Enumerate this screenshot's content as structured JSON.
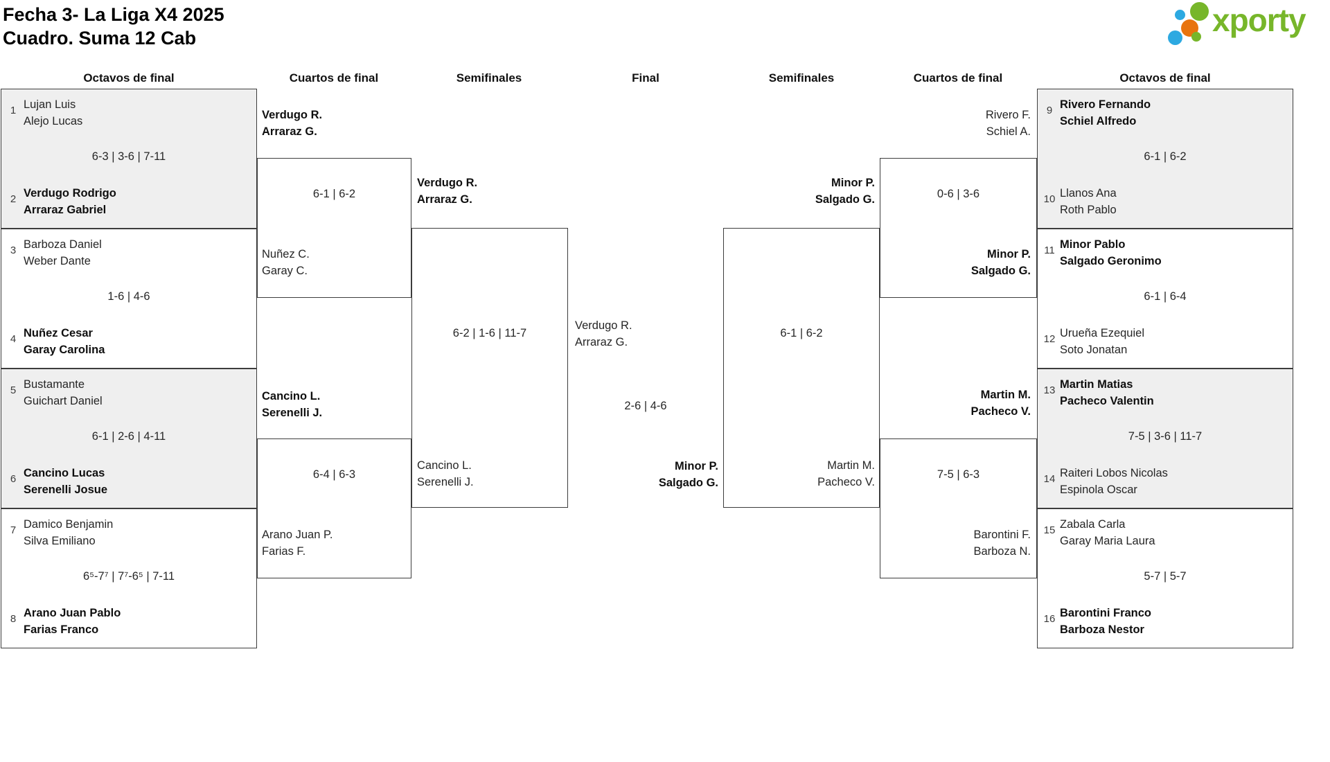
{
  "title": {
    "line1": "Fecha 3- La Liga X4 2025",
    "line2": "Cuadro. Suma 12 Cab"
  },
  "logo": {
    "text": "xporty"
  },
  "colors": {
    "brand_green": "#77b62a",
    "brand_orange": "#e8740e",
    "brand_blue": "#2da9e1",
    "box_shade": "#efefef",
    "line": "#3c3c3c"
  },
  "round_headers": [
    "Octavos de final",
    "Cuartos de final",
    "Semifinales",
    "Final",
    "Semifinales",
    "Cuartos de final",
    "Octavos de final"
  ],
  "octavos": [
    {
      "seed_a": "1",
      "team_a": [
        "Lujan Luis",
        "Alejo Lucas"
      ],
      "score": "6-3 | 3-6 | 7-11",
      "seed_b": "2",
      "team_b": [
        "Verdugo Rodrigo",
        "Arraraz Gabriel"
      ]
    },
    {
      "seed_a": "3",
      "team_a": [
        "Barboza Daniel",
        "Weber Dante"
      ],
      "score": "1-6 | 4-6",
      "seed_b": "4",
      "team_b": [
        "Nuñez Cesar",
        "Garay Carolina"
      ]
    },
    {
      "seed_a": "5",
      "team_a": [
        "Bustamante",
        "Guichart Daniel"
      ],
      "score": "6-1 | 2-6 | 4-11",
      "seed_b": "6",
      "team_b": [
        "Cancino Lucas",
        "Serenelli Josue"
      ]
    },
    {
      "seed_a": "7",
      "team_a": [
        "Damico Benjamin",
        "Silva Emiliano"
      ],
      "score": "6⁵-7⁷ | 7⁷-6⁵ | 7-11",
      "seed_b": "8",
      "team_b": [
        "Arano Juan Pablo",
        "Farias Franco"
      ]
    },
    {
      "seed_a": "9",
      "team_a": [
        "Rivero Fernando",
        "Schiel Alfredo"
      ],
      "score": "6-1 | 6-2",
      "seed_b": "10",
      "team_b": [
        "Llanos Ana",
        "Roth Pablo"
      ]
    },
    {
      "seed_a": "11",
      "team_a": [
        "Minor Pablo",
        "Salgado Geronimo"
      ],
      "score": "6-1 | 6-4",
      "seed_b": "12",
      "team_b": [
        "Urueña Ezequiel",
        "Soto Jonatan"
      ]
    },
    {
      "seed_a": "13",
      "team_a": [
        "Martin Matias",
        "Pacheco Valentin"
      ],
      "score": "7-5 | 3-6 | 11-7",
      "seed_b": "14",
      "team_b": [
        "Raiteri Lobos Nicolas",
        "Espinola Oscar"
      ]
    },
    {
      "seed_a": "15",
      "team_a": [
        "Zabala Carla",
        "Garay Maria Laura"
      ],
      "score": "5-7 | 5-7",
      "seed_b": "16",
      "team_b": [
        "Barontini Franco",
        "Barboza Nestor"
      ]
    }
  ],
  "cuartos": [
    {
      "top": [
        "Verdugo R.",
        "Arraraz G."
      ],
      "score": "6-1 | 6-2",
      "bottom": [
        "Nuñez C.",
        "Garay C."
      ]
    },
    {
      "top": [
        "Cancino L.",
        "Serenelli J."
      ],
      "score": "6-4 | 6-3",
      "bottom": [
        "Arano Juan P.",
        "Farias F."
      ]
    },
    {
      "top": [
        "Rivero F.",
        "Schiel A."
      ],
      "score": "0-6 | 3-6",
      "bottom": [
        "Minor P.",
        "Salgado G."
      ]
    },
    {
      "top": [
        "Martin M.",
        "Pacheco V."
      ],
      "score": "7-5 | 6-3",
      "bottom": [
        "Barontini F.",
        "Barboza N."
      ]
    }
  ],
  "semifinales": [
    {
      "top": [
        "Verdugo R.",
        "Arraraz G."
      ],
      "score": "6-2 | 1-6 | 11-7",
      "bottom": [
        "Cancino L.",
        "Serenelli J."
      ]
    },
    {
      "top": [
        "Minor P.",
        "Salgado G."
      ],
      "score": "6-1 | 6-2",
      "bottom": [
        "Martin M.",
        "Pacheco V."
      ]
    }
  ],
  "final": {
    "left": [
      "Verdugo R.",
      "Arraraz G."
    ],
    "score": "2-6 | 4-6",
    "right": [
      "Minor P.",
      "Salgado G."
    ]
  }
}
